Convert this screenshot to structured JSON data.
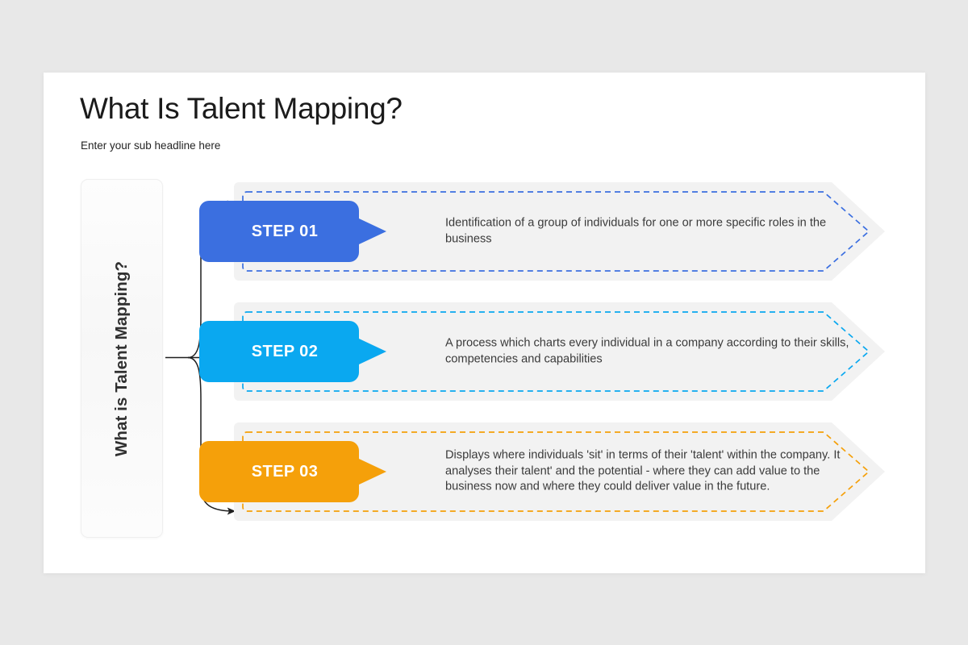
{
  "slide": {
    "title": "What Is Talent Mapping?",
    "subtitle": "Enter your sub headline here",
    "side_label": "What is Talent Mapping?",
    "background_color": "#e8e8e8",
    "canvas_color": "#ffffff"
  },
  "steps": [
    {
      "label": "STEP 01",
      "description": "Identification of a group of individuals for one or more specific roles in the business",
      "color": "#3b6fe0"
    },
    {
      "label": "STEP 02",
      "description": "A process which charts every individual in a company according to their skills, competencies and capabilities",
      "color": "#0aa8f0"
    },
    {
      "label": "STEP 03",
      "description": "Displays where individuals 'sit' in terms of their 'talent' within the company. It analyses their talent' and the potential -  where they can add value to the business now and where they could deliver value in the future.",
      "color": "#f5a00a"
    }
  ]
}
